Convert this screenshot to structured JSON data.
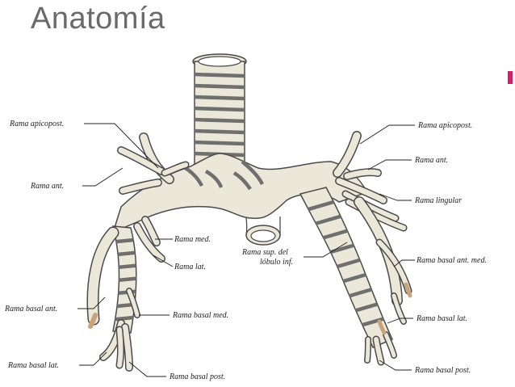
{
  "slide": {
    "title": "Anatomía",
    "accent_color": "#d81e6a"
  },
  "illustration": {
    "tissue_color": "#ebe8d9",
    "cartilage_color": "#6f6f6f",
    "outline_color": "#4a4a4a",
    "tip_color": "#caa37a"
  },
  "labels": {
    "left": {
      "apicopost": "Rama apicopost.",
      "ant": "Rama ant.",
      "med": "Rama med.",
      "lat": "Rama lat.",
      "basal_ant": "Rama basal ant.",
      "basal_med": "Rama basal med.",
      "basal_lat": "Rama basal lat.",
      "basal_post": "Rama basal post."
    },
    "right": {
      "apicopost": "Rama apicopost.",
      "ant": "Rama ant.",
      "lingular": "Rama lingular",
      "sup_lobulo_line1": "Rama sup. del",
      "sup_lobulo_line2": "lóbulo inf.",
      "basal_ant_med": "Rama basal ant. med.",
      "basal_lat": "Rama basal lat.",
      "basal_post": "Rama basal post."
    }
  }
}
